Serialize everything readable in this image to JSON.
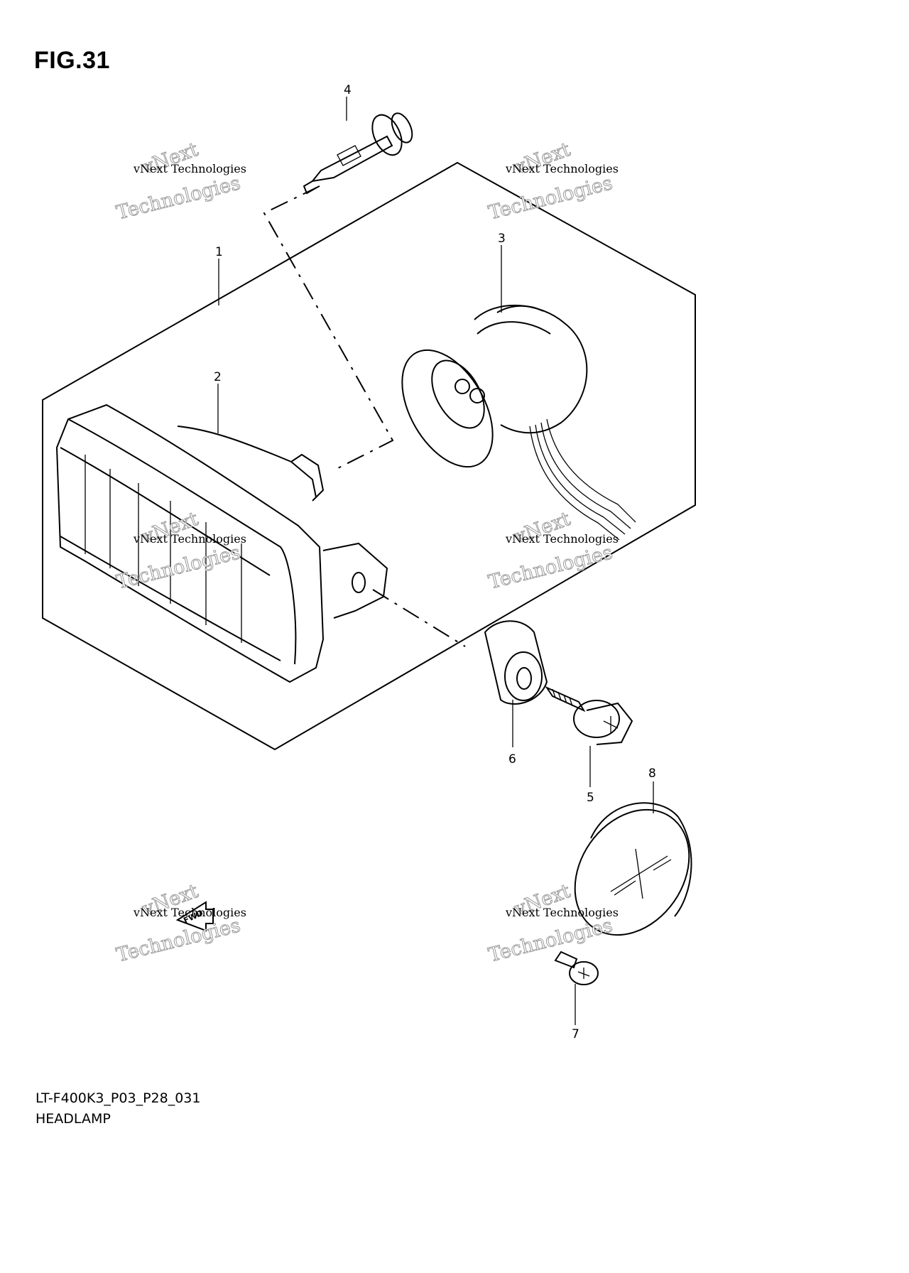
{
  "figure": {
    "title": "FIG.31"
  },
  "callouts": [
    "1",
    "2",
    "3",
    "4",
    "5",
    "6",
    "7",
    "8"
  ],
  "watermark": {
    "line_top": "vNext",
    "line_mid": "vNext Technologies",
    "line_big": "Technologies"
  },
  "fwd_label": "FWD",
  "footer": {
    "code": "LT-F400K3_P03_P28_031",
    "name": "HEADLAMP"
  }
}
